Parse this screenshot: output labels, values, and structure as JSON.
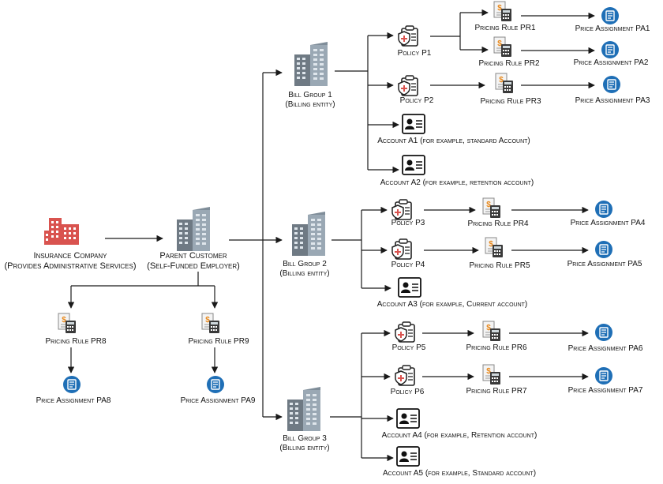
{
  "nodes": {
    "insurance_company": {
      "title": "Insurance Company",
      "subtitle": "(Provides Administrative Services)"
    },
    "parent_customer": {
      "title": "Parent Customer",
      "subtitle": "(Self-Funded Employer)"
    },
    "bill_group_1": {
      "title": "Bill Group 1",
      "subtitle": "(Billing entity)"
    },
    "bill_group_2": {
      "title": "Bill Group 2",
      "subtitle": "(Billing entity)"
    },
    "bill_group_3": {
      "title": "Bill Group 3",
      "subtitle": "(Billing entity)"
    },
    "policy_p1": "Policy P1",
    "policy_p2": "Policy P2",
    "policy_p3": "Policy P3",
    "policy_p4": "Policy P4",
    "policy_p5": "Policy P5",
    "policy_p6": "Policy P6",
    "pricing_rule_pr1": "Pricing Rule PR1",
    "pricing_rule_pr2": "Pricing Rule PR2",
    "pricing_rule_pr3": "Pricing Rule PR3",
    "pricing_rule_pr4": "Pricing Rule PR4",
    "pricing_rule_pr5": "Pricing Rule PR5",
    "pricing_rule_pr6": "Pricing Rule PR6",
    "pricing_rule_pr7": "Pricing Rule PR7",
    "pricing_rule_pr8": "Pricing Rule PR8",
    "pricing_rule_pr9": "Pricing Rule PR9",
    "price_assignment_pa1": "Price Assignment PA1",
    "price_assignment_pa2": "Price Assignment PA2",
    "price_assignment_pa3": "Price Assignment PA3",
    "price_assignment_pa4": "Price Assignment PA4",
    "price_assignment_pa5": "Price Assignment PA5",
    "price_assignment_pa6": "Price Assignment PA6",
    "price_assignment_pa7": "Price Assignment PA7",
    "price_assignment_pa8": "Price Assignment PA8",
    "price_assignment_pa9": "Price Assignment PA9",
    "account_a1": "Account A1 (for example, standard Account)",
    "account_a2": "Account A2 (for example, retention account)",
    "account_a3": "Account A3 (for example, Current account)",
    "account_a4": "Account A4 (for example, Retention account)",
    "account_a5": "Account A5 (for example, Standard account)"
  },
  "colors": {
    "line": "#1a1a1a",
    "company_red": "#d9534f",
    "building_gray": "#6f7a84",
    "building_light": "#9aa8b4",
    "assignment_blue": "#1f6fb6",
    "money_orange": "#e8891c"
  }
}
